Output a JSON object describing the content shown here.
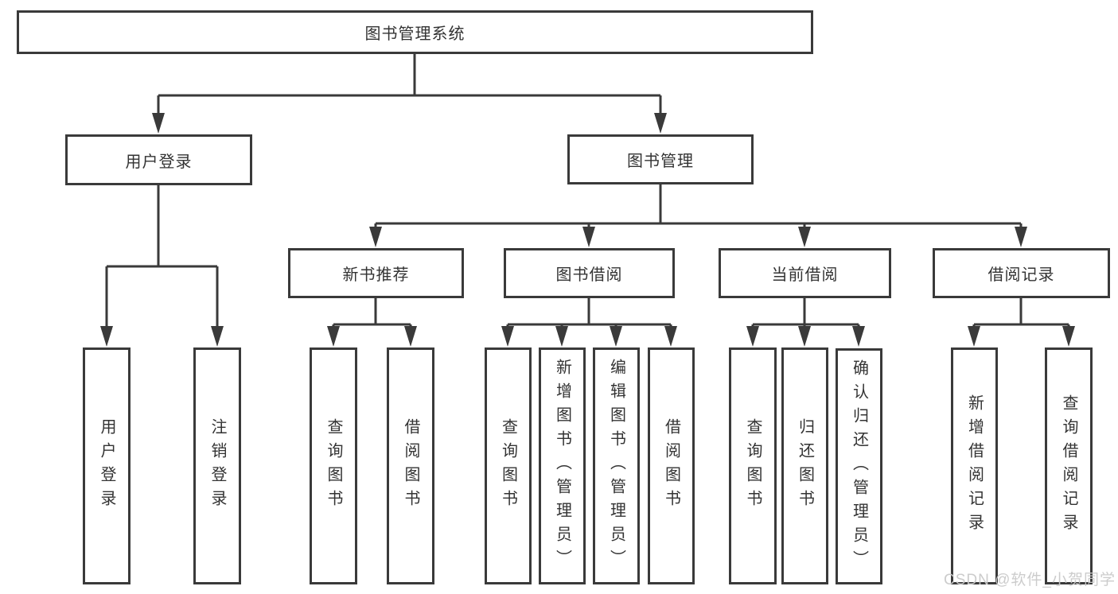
{
  "diagram": {
    "root": "图书管理系统",
    "branches": {
      "user_login": "用户登录",
      "book_management": "图书管理"
    },
    "sections": {
      "new_books": "新书推荐",
      "book_borrow": "图书借阅",
      "current_borrow": "当前借阅",
      "borrow_records": "借阅记录"
    },
    "leaves": {
      "user_login": [
        "用户登录",
        "注销登录"
      ],
      "new_books": [
        "查询图书",
        "借阅图书"
      ],
      "book_borrow": [
        "查询图书",
        "新增图书（管理员）",
        "编辑图书（管理员）",
        "借阅图书"
      ],
      "current_borrow": [
        "查询图书",
        "归还图书",
        "确认归还（管理员）"
      ],
      "borrow_records": [
        "新增借阅记录",
        "查询借阅记录"
      ]
    }
  },
  "watermark": "CSDN @软件_小贺同学",
  "colors": {
    "line": "#3a3a3a",
    "text": "#333333",
    "watermark": "#c9c9c9",
    "background": "#ffffff"
  }
}
